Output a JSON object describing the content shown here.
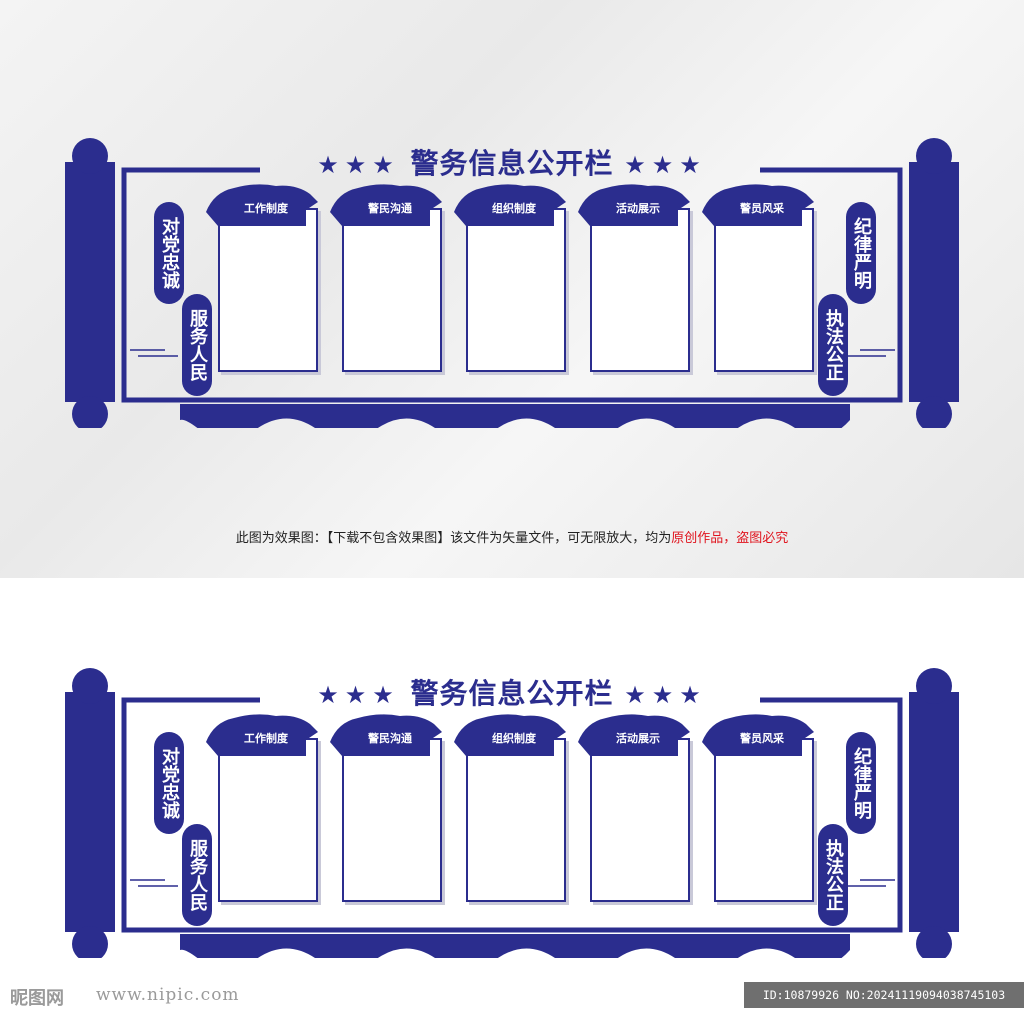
{
  "board": {
    "title": "警务信息公开栏",
    "stars_left": "★★★",
    "stars_right": "★★★",
    "panels": [
      "工作制度",
      "警民沟通",
      "组织制度",
      "活动展示",
      "警员风采"
    ],
    "left_labels": [
      "对党忠诚",
      "服务人民"
    ],
    "right_labels": [
      "纪律严明",
      "执法公正"
    ]
  },
  "notice": {
    "prefix": "此图为效果图：【下载不包含效果图】该文件为矢量文件，可无限放大，均为",
    "highlight": "原创作品，盗图必究"
  },
  "watermark": {
    "logo": "昵图网",
    "url": "www.nipic.com",
    "id": "ID:10879926 NO:20241119094038745103"
  },
  "colors": {
    "primary": "#2b2d8e",
    "notice_red": "#e0141e",
    "wall_bg": "#ececec"
  }
}
